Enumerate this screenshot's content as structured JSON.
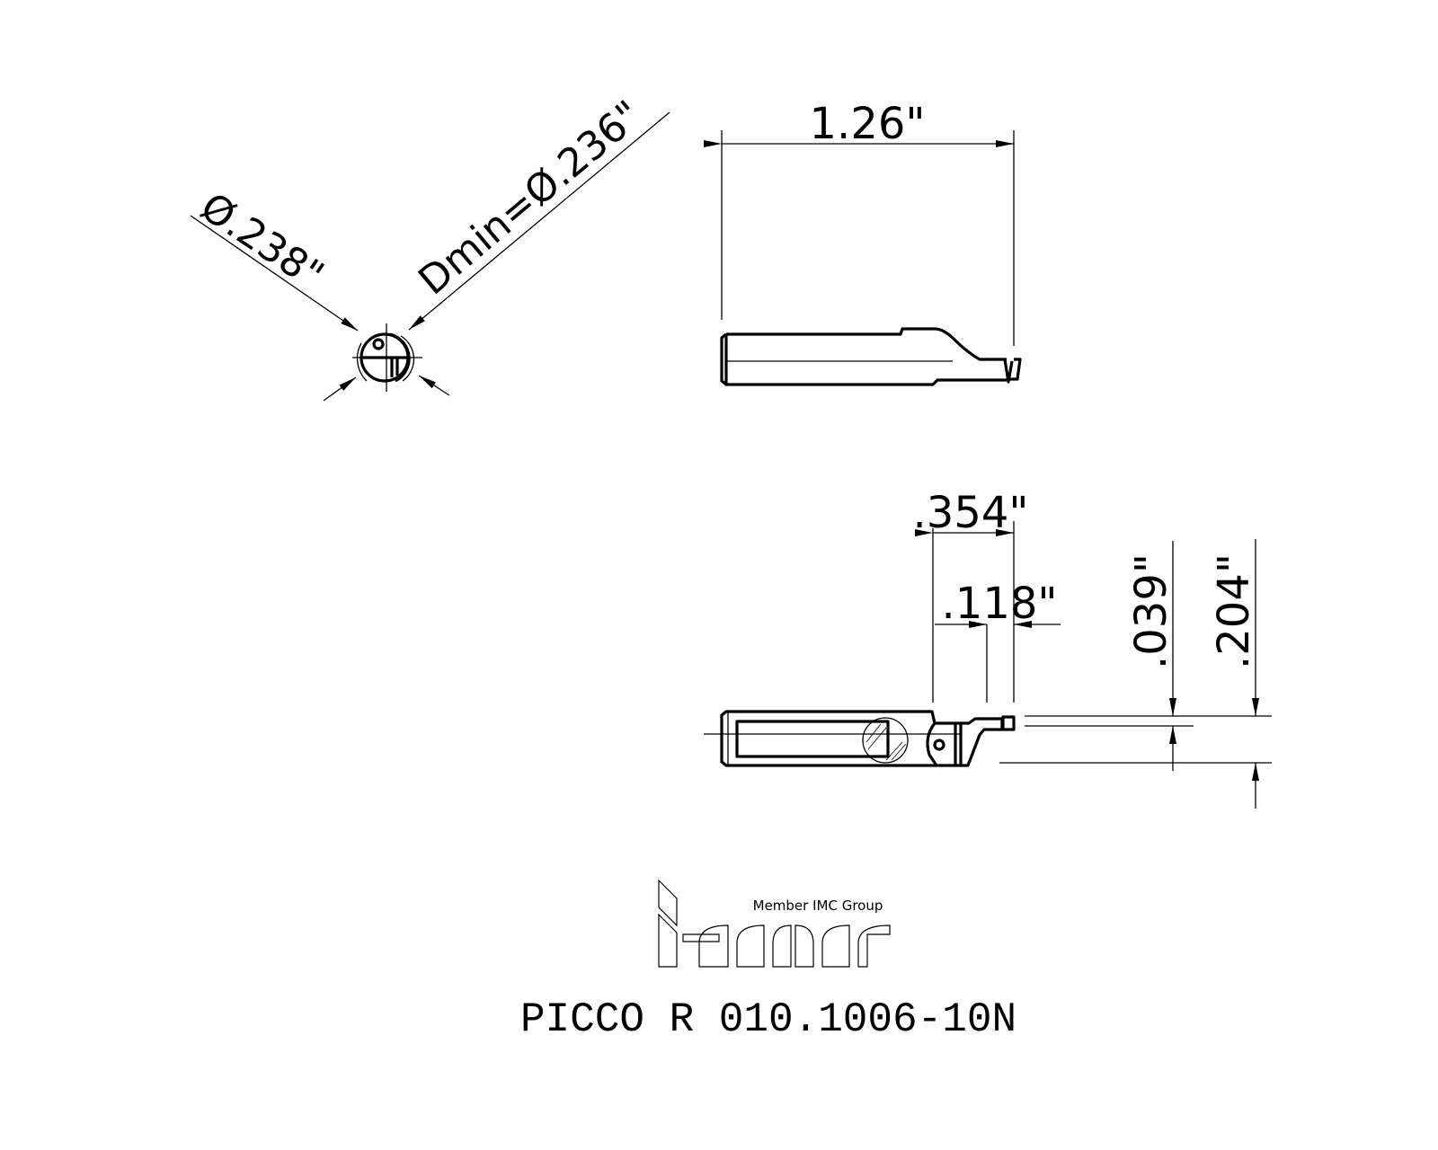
{
  "dimensions": {
    "end_view_diameter": "Ø.238\"",
    "min_bore_diameter": "Dmin=Ø.236\"",
    "overall_length": "1.26\"",
    "cutting_depth": ".354\"",
    "width": ".118\"",
    "tip_offset": ".039\"",
    "height": ".204\""
  },
  "logo": {
    "brand": "iscar",
    "tagline": "Member IMC Group"
  },
  "part_number": "PICCO R 010.1006-10N"
}
